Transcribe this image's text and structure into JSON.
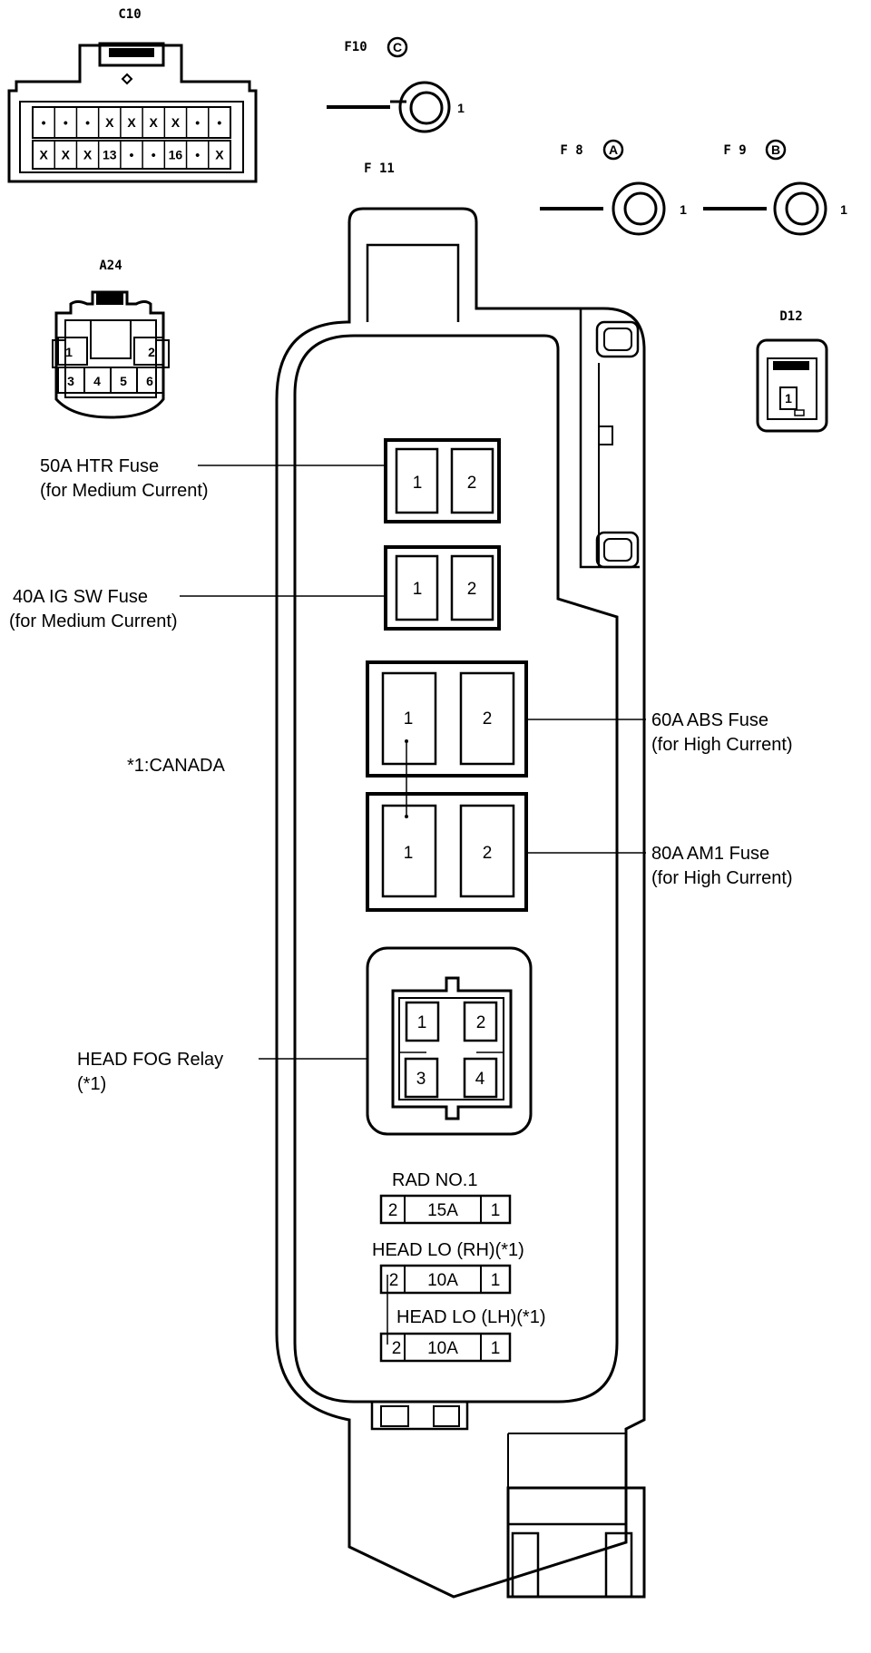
{
  "connectors": {
    "c10": {
      "name": "C10",
      "row1": [
        "•",
        "•",
        "•",
        "X",
        "X",
        "X",
        "X",
        "•",
        "•"
      ],
      "row2": [
        "X",
        "X",
        "X",
        "13",
        "•",
        "•",
        "16",
        "•",
        "X"
      ]
    },
    "a24": {
      "name": "A24",
      "pins": [
        "1",
        "2",
        "3",
        "4",
        "5",
        "6"
      ]
    },
    "d12": {
      "name": "D12",
      "pin": "1"
    },
    "f10": {
      "name": "F10",
      "letter": "C",
      "pin": "1"
    },
    "f8": {
      "name": "F 8",
      "letter": "A",
      "pin": "1"
    },
    "f9": {
      "name": "F 9",
      "letter": "B",
      "pin": "1"
    },
    "f11": {
      "name": "F 11"
    }
  },
  "fuses": {
    "htr": {
      "label_line1": "50A HTR Fuse",
      "label_line2": "(for Medium Current)",
      "pin1": "1",
      "pin2": "2"
    },
    "igsw": {
      "label_line1": "40A IG SW Fuse",
      "label_line2": "(for Medium Current)",
      "pin1": "1",
      "pin2": "2"
    },
    "abs": {
      "label_line1": "60A ABS Fuse",
      "label_line2": "(for High Current)",
      "pin1": "1",
      "pin2": "2"
    },
    "am1": {
      "label_line1": "80A AM1 Fuse",
      "label_line2": "(for High Current)",
      "pin1": "1",
      "pin2": "2"
    }
  },
  "relay": {
    "label_line1": "HEAD FOG Relay",
    "label_line2": "(*1)",
    "pins": [
      "1",
      "2",
      "3",
      "4"
    ]
  },
  "note": "*1:CANADA",
  "mini_fuses": [
    {
      "label": "RAD NO.1",
      "pin_left": "2",
      "rating": "15A",
      "pin_right": "1"
    },
    {
      "label": "HEAD LO (RH)(*1)",
      "pin_left": "2",
      "rating": "10A",
      "pin_right": "1"
    },
    {
      "label": "HEAD LO (LH)(*1)",
      "pin_left": "2",
      "rating": "10A",
      "pin_right": "1"
    }
  ]
}
